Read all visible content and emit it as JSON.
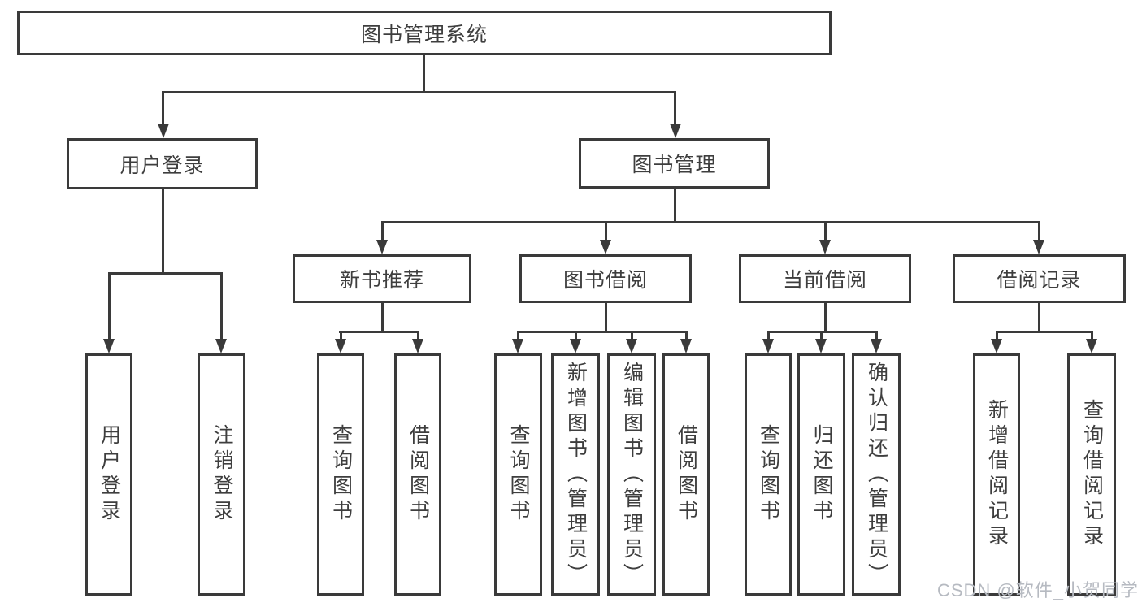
{
  "diagram": {
    "title": "图书管理系统",
    "nodes": {
      "root": "图书管理系统",
      "user_login": "用户登录",
      "book_mgmt": "图书管理",
      "new_books": "新书推荐",
      "book_borrow": "图书借阅",
      "current_borrow": "当前借阅",
      "borrow_records": "借阅记录",
      "leaf_user_login": "用户登录",
      "leaf_logout": "注销登录",
      "leaf_nb_query": "查询图书",
      "leaf_nb_borrow": "借阅图书",
      "leaf_bb_query": "查询图书",
      "leaf_bb_add": "新增图书（管理员）",
      "leaf_bb_edit": "编辑图书（管理员）",
      "leaf_bb_borrow": "借阅图书",
      "leaf_cb_query": "查询图书",
      "leaf_cb_return": "归还图书",
      "leaf_cb_confirm": "确认归还（管理员）",
      "leaf_br_add": "新增借阅记录",
      "leaf_br_query": "查询借阅记录"
    },
    "colors": {
      "line": "#3a3a3a",
      "text": "#3e3e3e",
      "watermark": "#b6bac1",
      "background": "#ffffff"
    }
  },
  "watermark": "CSDN @软件_小贺同学"
}
